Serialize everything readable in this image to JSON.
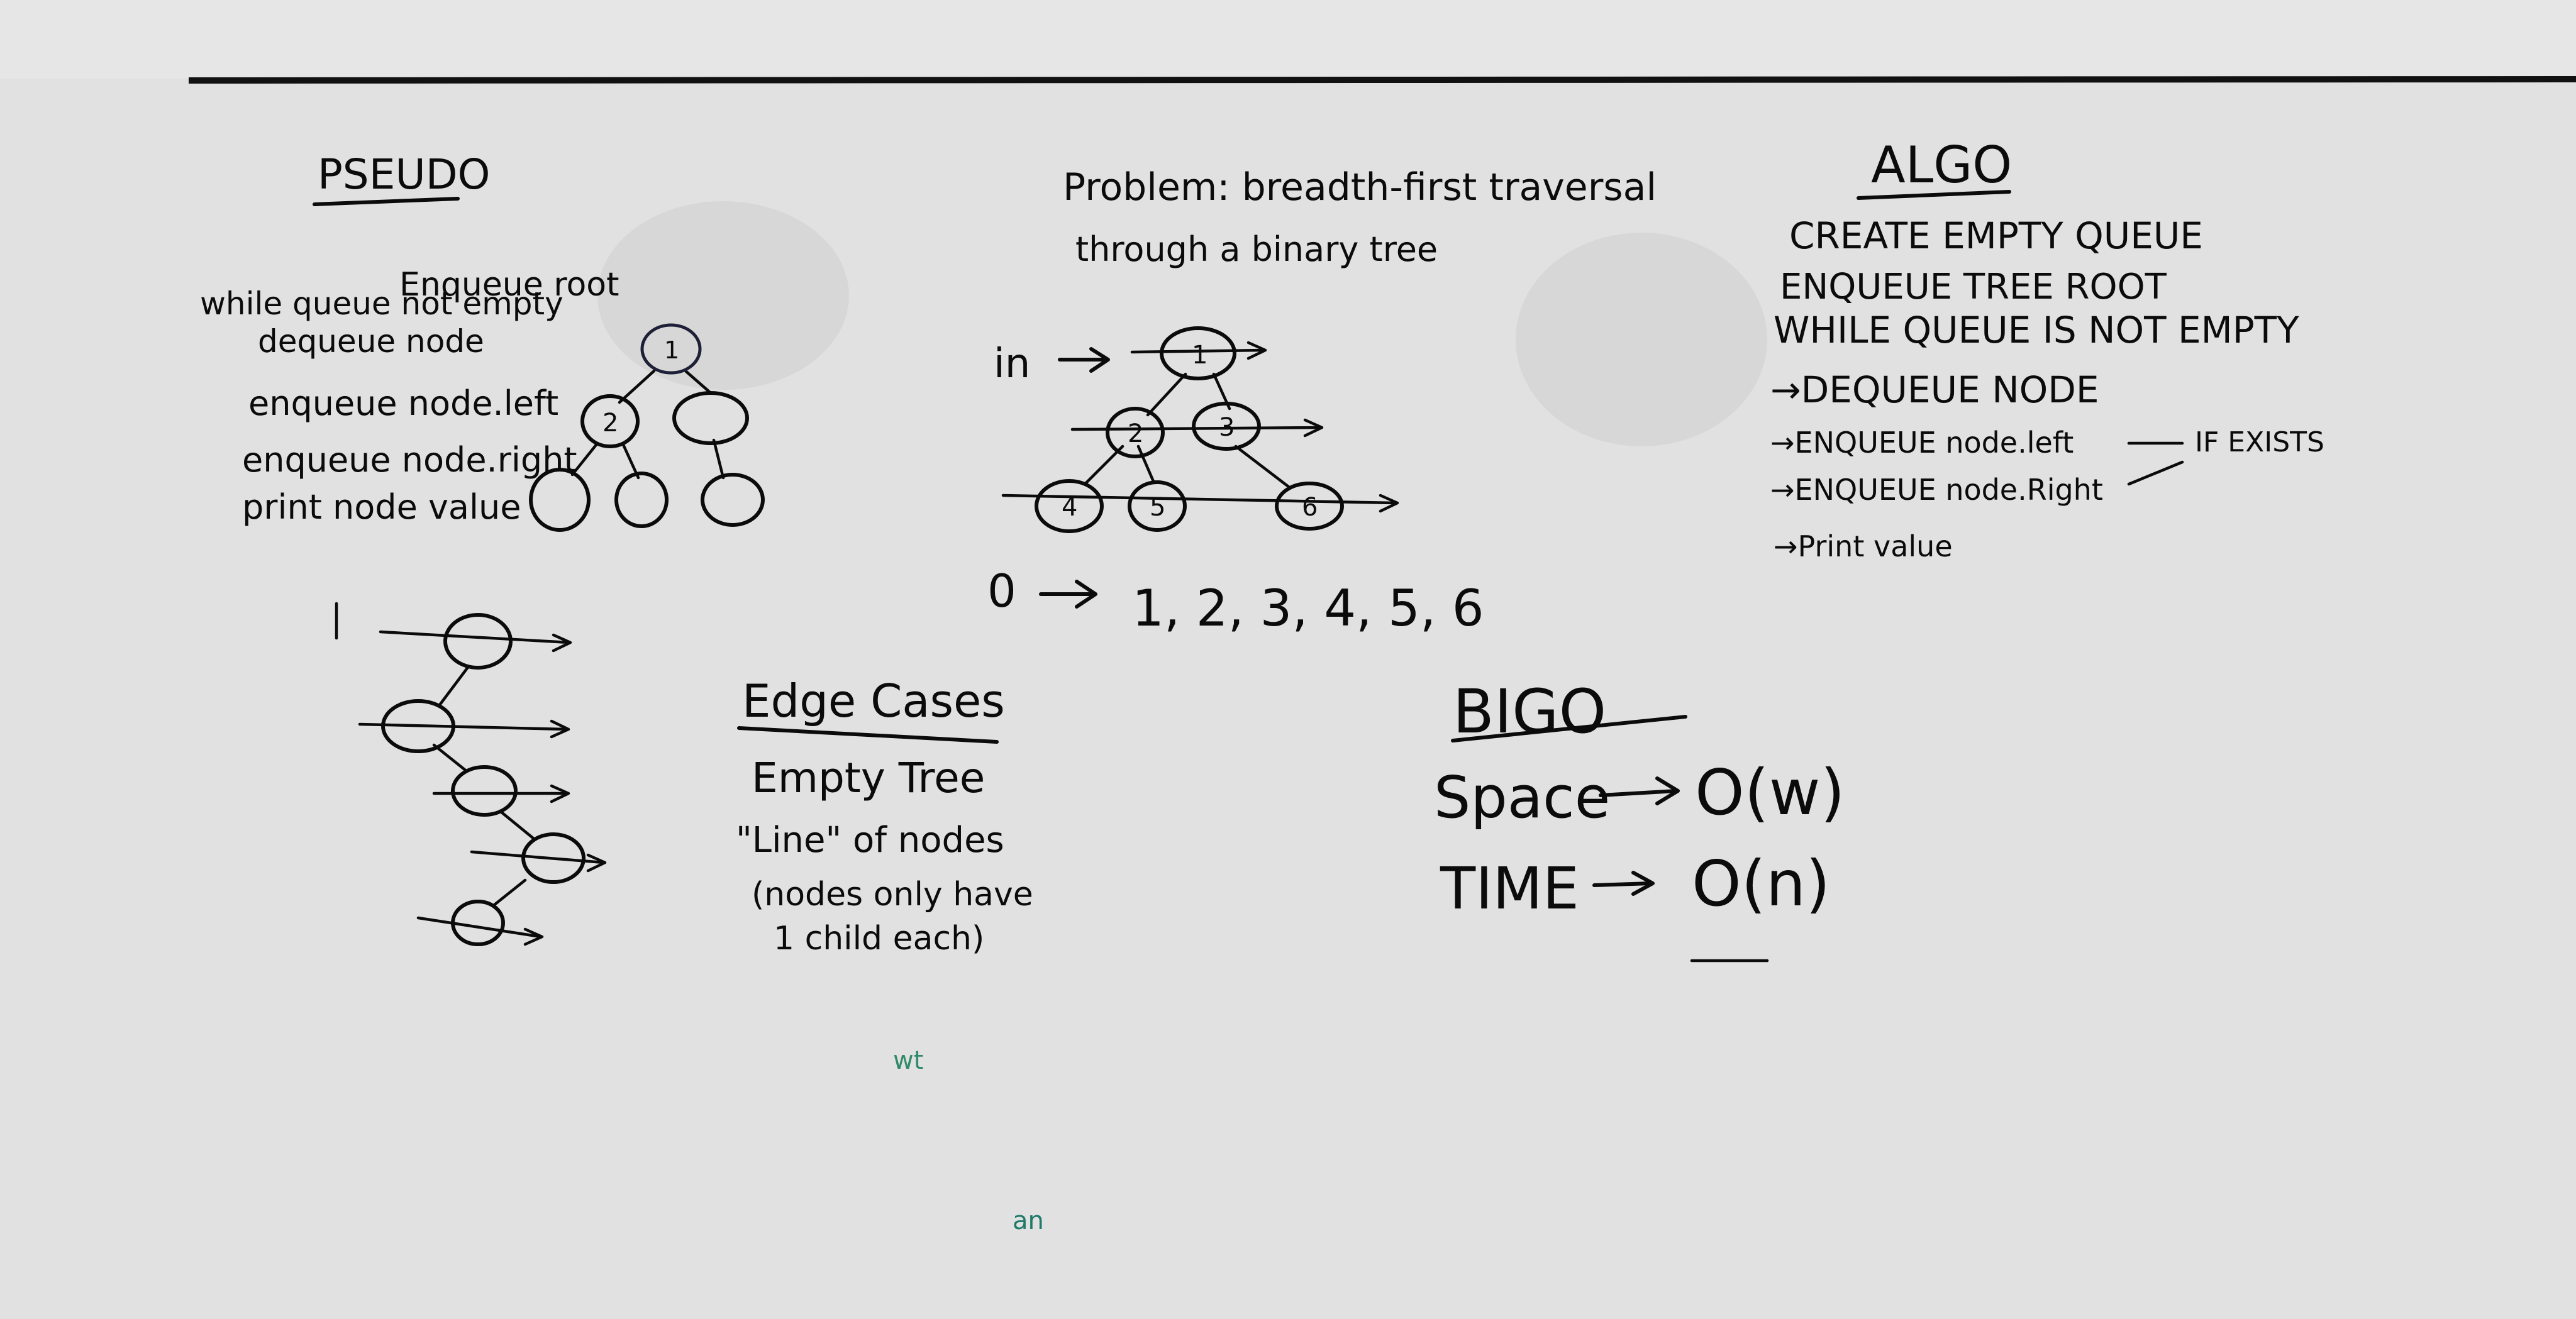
{
  "pseudo": {
    "heading": "PSEUDO",
    "lines": [
      "Enqueue root",
      "while queue not empty",
      "dequeue node",
      "enqueue node.left",
      "enqueue node.right",
      "print node value"
    ]
  },
  "tree_pseudo": {
    "root_label": "1",
    "left_label": "2"
  },
  "problem": {
    "line1": "Problem: breadth-first traversal",
    "line2": "through a binary tree",
    "in_label": "in",
    "nodes": [
      "1",
      "2",
      "3",
      "4",
      "5",
      "6"
    ],
    "output_prefix": "0",
    "output_seq": "1, 2, 3, 4, 5, 6"
  },
  "algo": {
    "heading": "ALGO",
    "lines": [
      "CREATE EMPTY QUEUE",
      "ENQUEUE TREE ROOT",
      "WHILE QUEUE IS NOT EMPTY",
      "→DEQUEUE      NODE",
      "→ENQUEUE node.left",
      "→ENQUEUE node.Right",
      "→Print value"
    ],
    "note": "IF EXISTS"
  },
  "edge_cases": {
    "heading": "Edge Cases",
    "lines": [
      "Empty Tree",
      "\"Line\" of nodes",
      "(nodes only have",
      "1 child each)"
    ]
  },
  "bigo": {
    "heading": "BIGO",
    "space_label": "Space",
    "space_value": "O(w)",
    "time_label": "TIME",
    "time_value": "O(n)"
  },
  "stray": {
    "mark1": "wt",
    "mark2": "an"
  }
}
